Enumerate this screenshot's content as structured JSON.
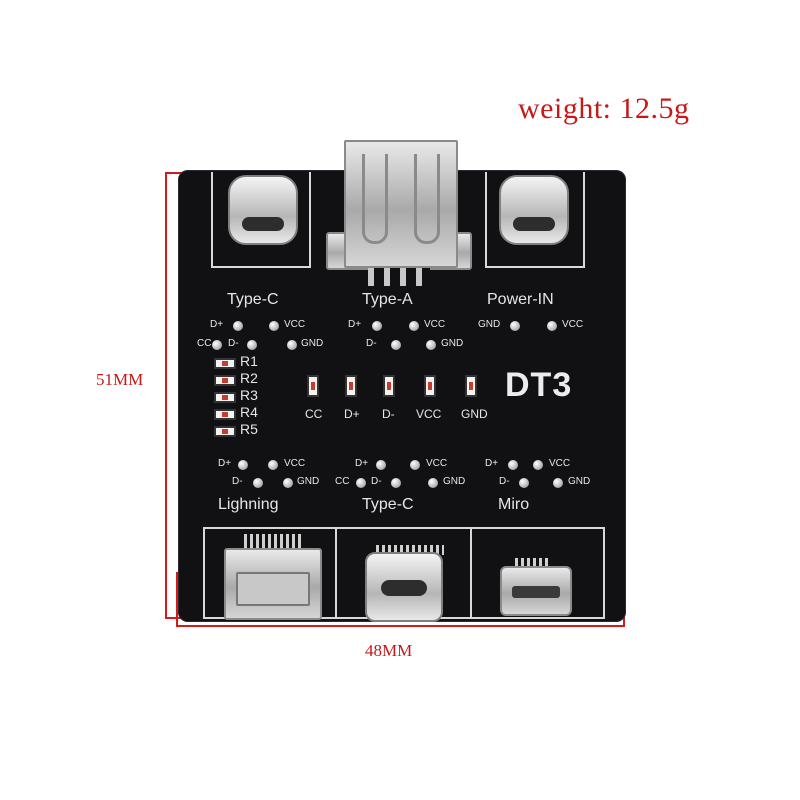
{
  "weight_label": "weight: 12.5g",
  "dimensions": {
    "height": "51MM",
    "width": "48MM"
  },
  "colors": {
    "annotation": "#c81818",
    "pcb": "#111114",
    "silkscreen": "#e6e6e6"
  },
  "board": {
    "model": "DT3",
    "top_ports": {
      "left": "Type-C",
      "center": "Type-A",
      "right": "Power-IN"
    },
    "pins": {
      "d_plus": "D+",
      "d_minus": "D-",
      "vcc": "VCC",
      "gnd": "GND",
      "cc": "CC"
    },
    "resistors": [
      "R1",
      "R2",
      "R3",
      "R4",
      "R5"
    ],
    "leds": [
      "CC",
      "D+",
      "D-",
      "VCC",
      "GND"
    ],
    "bottom_ports": {
      "left": "Lighning",
      "center": "Type-C",
      "right": "Miro"
    }
  }
}
